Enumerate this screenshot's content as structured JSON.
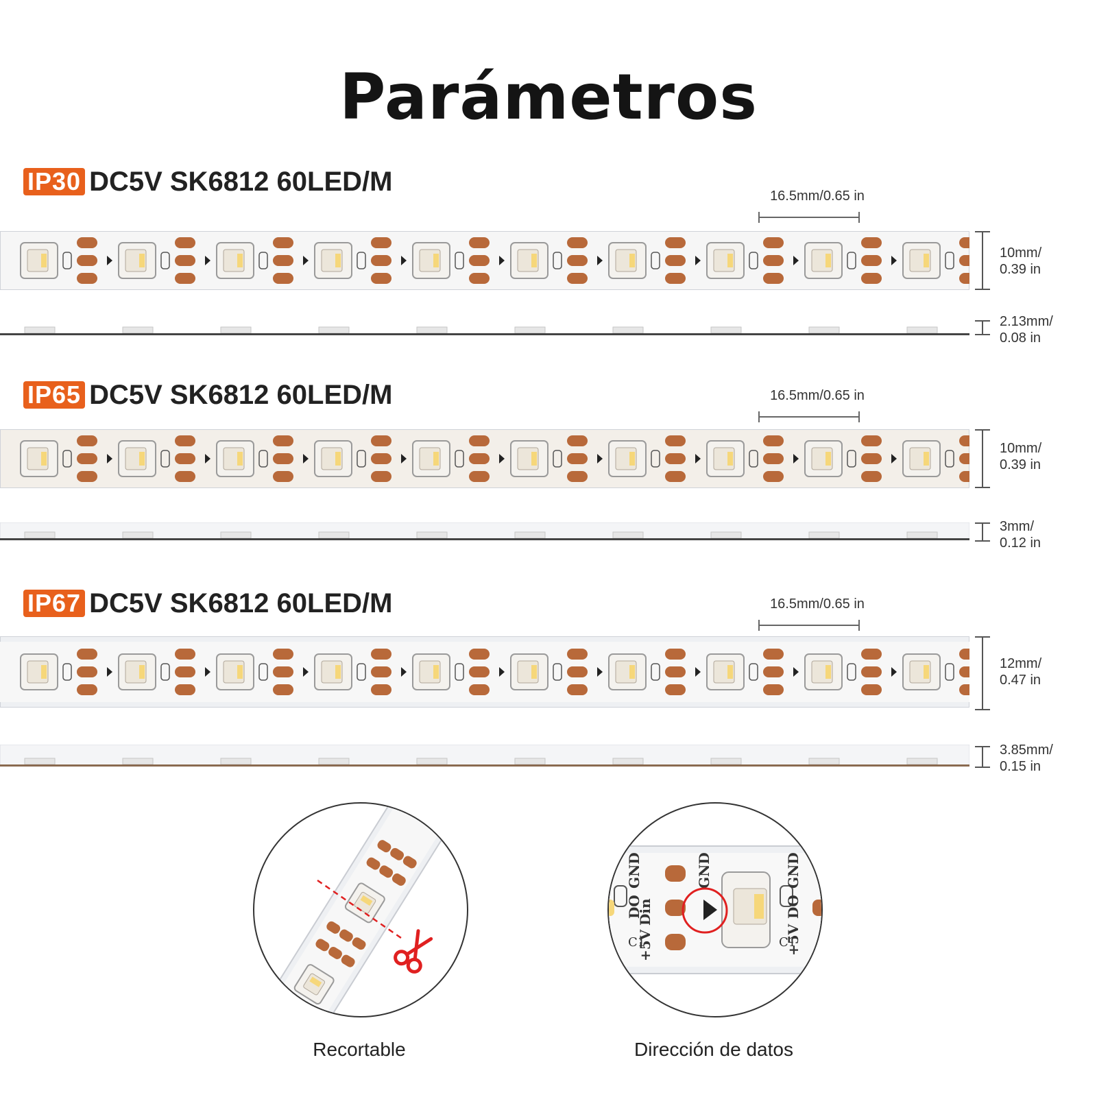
{
  "title": "Parámetros",
  "sections": [
    {
      "badge": "IP30",
      "heading": "DC5V SK6812 60LED/M",
      "pitch": "16.5mm/0.65 in",
      "width_line1": "10mm/",
      "width_line2": "0.39 in",
      "thickness_line1": "2.13mm/",
      "thickness_line2": "0.08 in"
    },
    {
      "badge": "IP65",
      "heading": "DC5V SK6812 60LED/M",
      "pitch": "16.5mm/0.65 in",
      "width_line1": "10mm/",
      "width_line2": "0.39 in",
      "thickness_line1": "3mm/",
      "thickness_line2": "0.12 in"
    },
    {
      "badge": "IP67",
      "heading": "DC5V SK6812 60LED/M",
      "pitch": "16.5mm/0.65 in",
      "width_line1": "12mm/",
      "width_line2": "0.47 in",
      "thickness_line1": "3.85mm/",
      "thickness_line2": "0.15 in"
    }
  ],
  "pad_labels": {
    "v5": "+5V",
    "din": "Din",
    "gnd": "GND",
    "do": "DO",
    "c1": "C1"
  },
  "captions": {
    "cuttable": "Recortable",
    "data_direction": "Dirección de datos"
  },
  "colors": {
    "accent": "#e8601c",
    "copper": "#b8693a",
    "led_warm": "#f6d77a"
  },
  "icons": [
    "scissors-icon",
    "data-arrow-icon"
  ]
}
